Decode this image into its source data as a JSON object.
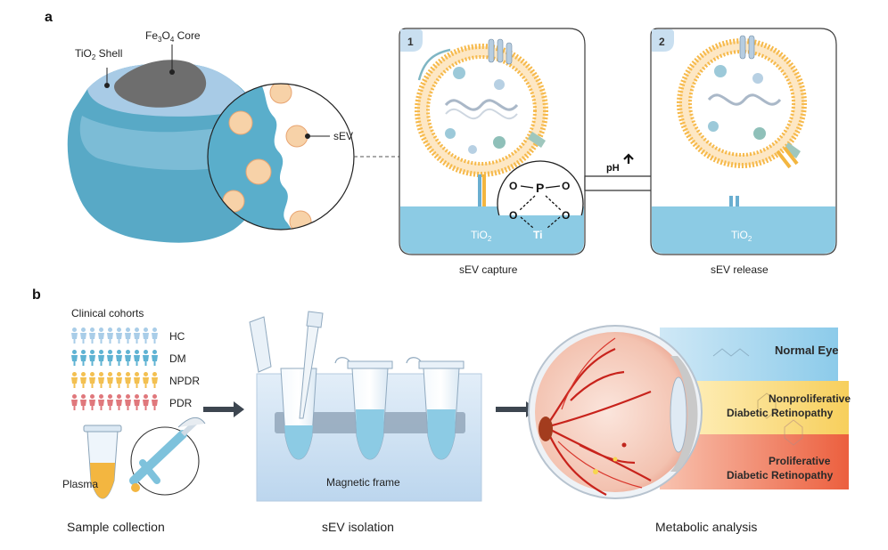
{
  "panel_a": {
    "letter": "a",
    "shell_label": "TiO",
    "shell_sub": "2",
    "shell_label_tail": " Shell",
    "core_label": "Fe",
    "core_sub1": "3",
    "core_mid": "O",
    "core_sub2": "4",
    "core_tail": " Core",
    "sev_label": "sEV",
    "step1_badge": "1",
    "step2_badge": "2",
    "tio2_label": "TiO",
    "tio2_sub": "2",
    "p_atom": "P",
    "o_atom": "O",
    "ti_atom": "Ti",
    "ph_label": "pH",
    "ph_arrow": "🠕",
    "capture_caption": "sEV capture",
    "release_caption": "sEV release"
  },
  "panel_b": {
    "letter": "b",
    "cohorts_title": "Clinical cohorts",
    "cohorts": [
      {
        "label": "HC",
        "color": "#a9cde8"
      },
      {
        "label": "DM",
        "color": "#5fb3d3"
      },
      {
        "label": "NPDR",
        "color": "#f3c051"
      },
      {
        "label": "PDR",
        "color": "#e0787c"
      }
    ],
    "plasma_label": "Plasma",
    "magnetic_label": "Magnetic frame",
    "normal_eye": "Normal Eye",
    "npdr_line1": "Nonproliferative",
    "npdr_line2": "Diabetic Retinopathy",
    "pdr_line1": "Proliferative",
    "pdr_line2": "Diabetic Retinopathy",
    "step_captions": [
      "Sample collection",
      "sEV isolation",
      "Metabolic analysis"
    ]
  },
  "colors": {
    "shell": "#a8cbe6",
    "core": "#6e6e6e",
    "particle": "#5aaecb",
    "sev": "#f7d2a8",
    "membrane": "#f6b94a",
    "tio2_fill": "#8ccbe4",
    "panel_border": "#3b3b3b"
  }
}
